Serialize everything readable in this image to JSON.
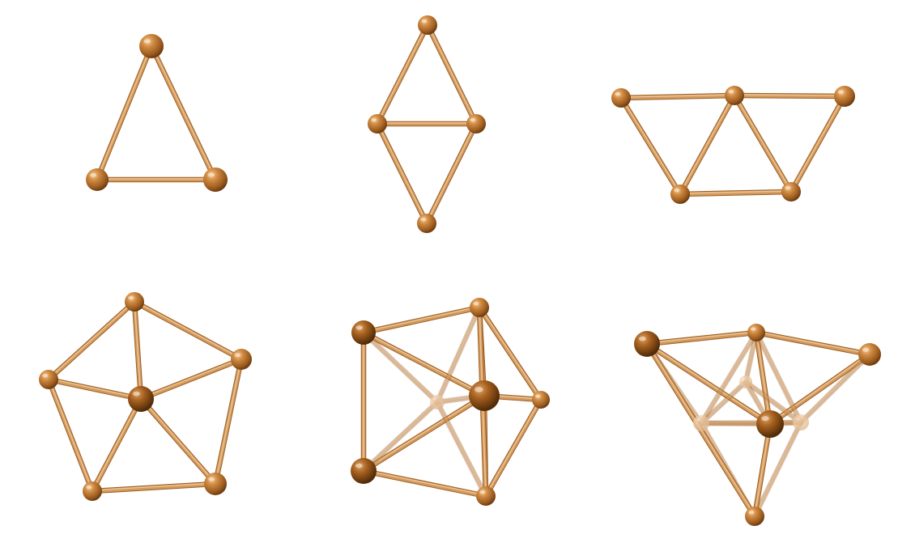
{
  "figure": {
    "background": "#ffffff",
    "atom_color": "#c8823a",
    "atom_highlight": "#f4c089",
    "atom_shadow": "#6e3d10",
    "bond_color": "#d49a5c",
    "bond_dark": "#9a5f27",
    "panels": [
      {
        "id": "cluster-3",
        "atom_count": 3,
        "shape": "triangle"
      },
      {
        "id": "cluster-4",
        "atom_count": 4,
        "shape": "rhombus"
      },
      {
        "id": "cluster-5",
        "atom_count": 5,
        "shape": "trapezoid"
      },
      {
        "id": "cluster-6",
        "atom_count": 6,
        "shape": "centered-pentagon"
      },
      {
        "id": "cluster-7",
        "atom_count": 7,
        "shape": "pentagonal-bipyramid"
      },
      {
        "id": "cluster-8",
        "atom_count": 8,
        "shape": "capped-bipyramid"
      }
    ]
  }
}
